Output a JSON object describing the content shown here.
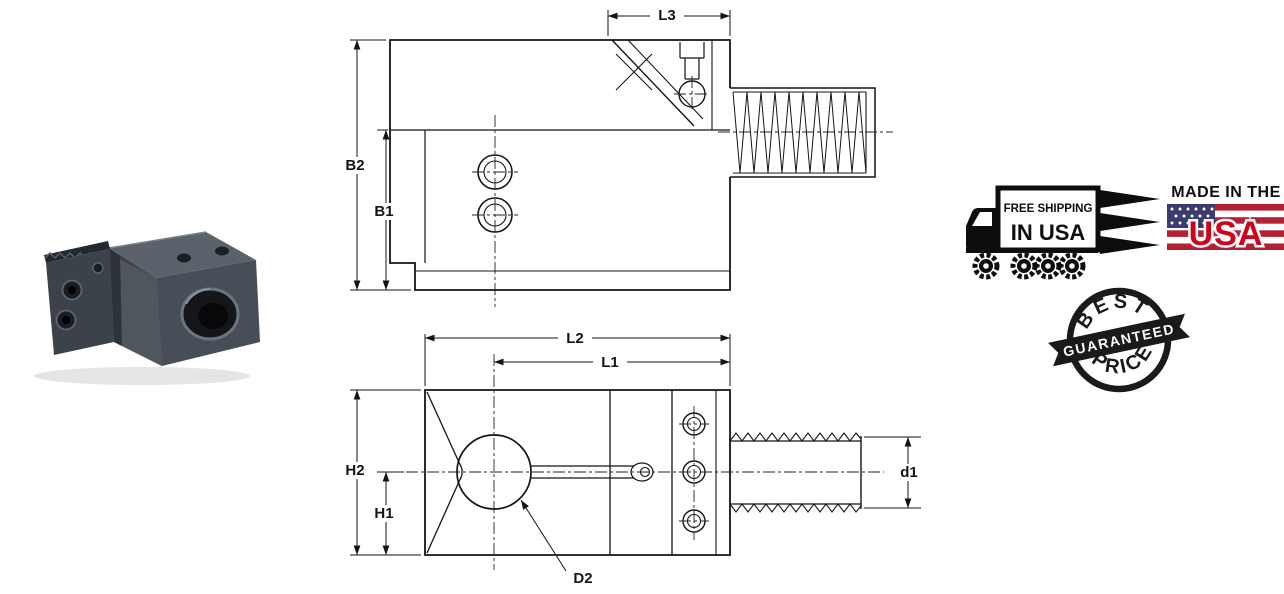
{
  "drawing": {
    "line_color": "#141414",
    "dims": {
      "b2": "B2",
      "b1": "B1",
      "l3": "L3",
      "l2": "L2",
      "l1": "L1",
      "h2": "H2",
      "h1": "H1",
      "d1": "d1",
      "d2": "D2"
    }
  },
  "badges": {
    "free_shipping": {
      "icon": "delivery-truck-icon",
      "line1": "FREE SHIPPING",
      "line2": "IN USA",
      "color": "#0d0d0d"
    },
    "made_in_usa": {
      "heading": "MADE IN THE",
      "flag_text": "USA",
      "icon": "us-flag-icon",
      "colors": {
        "stripe_red": "#B22234",
        "canton_blue": "#3C3B6E",
        "usa_text_red": "#D0021B"
      }
    },
    "price_stamp": {
      "top": "BEST",
      "middle": "GUARANTEED",
      "bottom": "PRICE",
      "color": "#1a1a1a"
    }
  },
  "product_photo": {
    "icon": "vdi-tool-holder-photo"
  }
}
